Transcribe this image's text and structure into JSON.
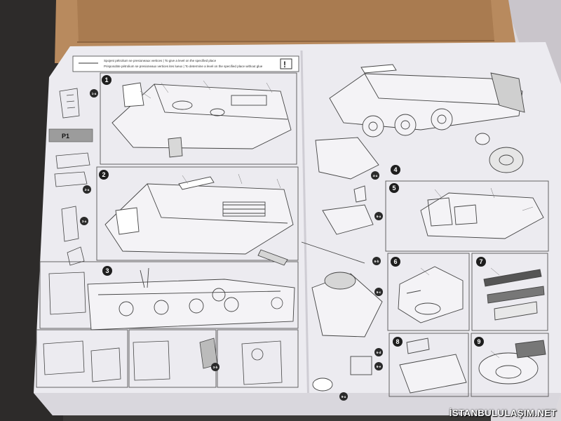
{
  "page": {
    "header_line1": "Spojeni pétrolium se presioneaux vertices | To give a level on the specified place",
    "header_line2": "Prisposobte pétrolium se presioneaux vertices ites lueux | To determine a level on the specified place without glue",
    "sprue_label": "P1"
  },
  "steps": [
    {
      "number": "1"
    },
    {
      "number": "2"
    },
    {
      "number": "3"
    },
    {
      "number": "4"
    },
    {
      "number": "5"
    },
    {
      "number": "6"
    },
    {
      "number": "7"
    },
    {
      "number": "8"
    },
    {
      "number": "9"
    }
  ],
  "callouts": [
    "1-a",
    "2-a",
    "3-a",
    "3-b",
    "4-a",
    "6-a",
    "6-b",
    "6-c",
    "6-d",
    "6-e",
    "9-a"
  ],
  "watermark": "İSTANBULULAŞIM.NET",
  "colors": {
    "paper": "#ecebf0",
    "box": "#b88a5e",
    "box_inner": "#a97b50",
    "ink": "#3a3a3a",
    "step_badge": "#1e1e1e",
    "background": "#3a3836"
  }
}
